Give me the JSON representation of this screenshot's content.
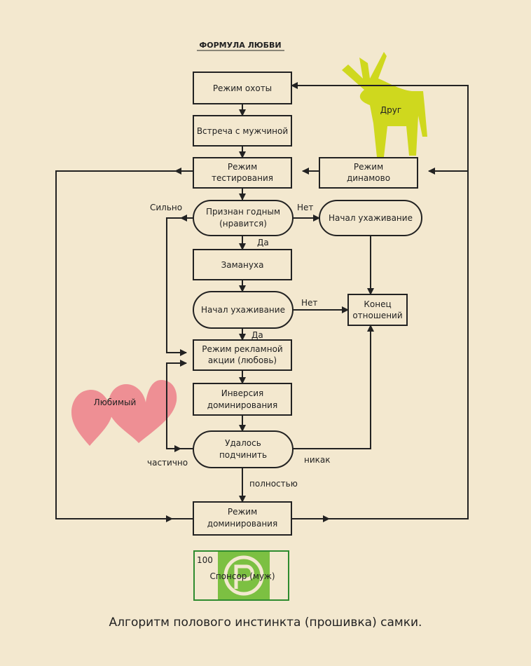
{
  "title": "ФОРМУЛА ЛЮБВИ",
  "nodes": {
    "hunt": [
      "Режим охоты"
    ],
    "meet": [
      "Встреча с мужчиной"
    ],
    "testing": [
      "Режим",
      "тестирования"
    ],
    "dynamo": [
      "Режим",
      "динамово"
    ],
    "approved": [
      "Признан годным",
      "(нравится)"
    ],
    "courting_right": [
      "Начал ухаживание"
    ],
    "lure": [
      "Замануха"
    ],
    "courting": [
      "Начал ухаживание"
    ],
    "end": [
      "Конец",
      "отношений"
    ],
    "ad": [
      "Режим рекламной",
      "акции (любовь)"
    ],
    "inversion": [
      "Инверсия",
      "доминирования"
    ],
    "subdue": [
      "Удалось",
      "подчинить"
    ],
    "dominance": [
      "Режим",
      "доминирования"
    ]
  },
  "edge_labels": {
    "strongly": "Сильно",
    "no_top": "Нет",
    "yes_top": "Да",
    "no_mid": "Нет",
    "yes_mid": "Да",
    "partially": "частично",
    "nohow": "никак",
    "fully": "полностью"
  },
  "friend_label": "Друг",
  "beloved_label": "Любимый",
  "banknote": {
    "denomination": "100",
    "label": "Спонсор (муж)"
  },
  "caption": "Алгоритм полового инстинкта (прошивка) самки.",
  "colors": {
    "background": "#f3e8cf",
    "line": "#222222",
    "box_fill": "#f3e8cf",
    "donkey": "#cfd81e",
    "hearts": "#ee8f94",
    "banknote_green": "#7cc042",
    "banknote_border": "#2e8b2e"
  }
}
